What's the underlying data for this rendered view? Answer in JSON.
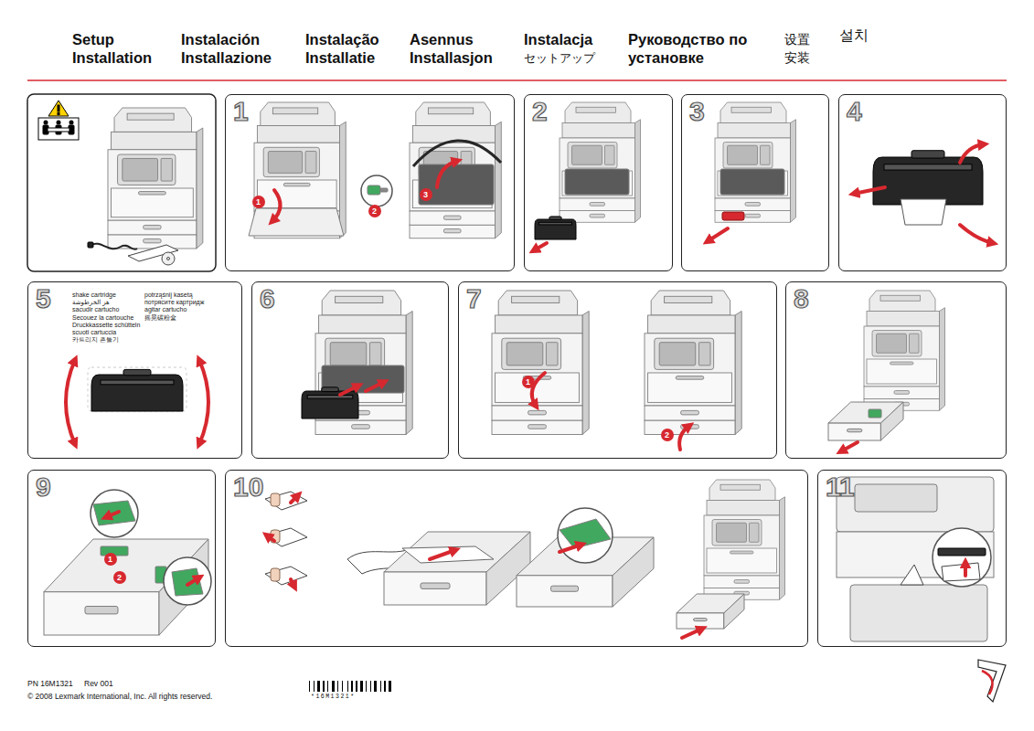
{
  "diagram": {
    "nodes": [
      {
        "text": [
          "1"
        ]
      },
      {
        "text": [
          "1"
        ],
        "in": 0
      },
      {
        "text": [
          "2"
        ],
        "in": 0
      },
      {
        "text": [
          "3"
        ],
        "in": 0
      },
      {
        "text": [
          "2"
        ]
      },
      {
        "text": [
          "3"
        ]
      },
      {
        "text": [
          "4"
        ]
      },
      {
        "text": [
          "5",
          "shake cartridge",
          "هز الخرطوشة",
          "sacudir cartucho",
          "Secouez la cartouche",
          "Druckkassette schütteln",
          "scuoti cartuccia",
          "카트리지 흔들기",
          "potrząśnij kasetą",
          "потрясите картридж",
          "agitar cartucho",
          "摇晃碳粉盒"
        ]
      },
      {
        "text": [
          "6"
        ]
      },
      {
        "text": [
          "7"
        ]
      },
      {
        "text": [
          "1"
        ],
        "in": 9
      },
      {
        "text": [
          "2"
        ],
        "in": 9
      },
      {
        "text": [
          "8"
        ]
      },
      {
        "text": [
          "9"
        ]
      },
      {
        "text": [
          "1"
        ],
        "in": 13
      },
      {
        "text": [
          "2"
        ],
        "in": 13
      },
      {
        "text": [
          "10"
        ]
      },
      {
        "text": [
          "11"
        ]
      }
    ],
    "labels": [
      "Setup",
      "Installation",
      "Instalación",
      "Installazione",
      "Instalação",
      "Installatie",
      "Asennus",
      "Installasjon",
      "Instalacja",
      "セットアップ",
      "Руководство по",
      "установке",
      "设置",
      "安装",
      "설치",
      "PN 16M1321",
      "Rev 001",
      "© 2008 Lexmark International, Inc. All rights reserved.",
      "*16M1321*"
    ]
  }
}
